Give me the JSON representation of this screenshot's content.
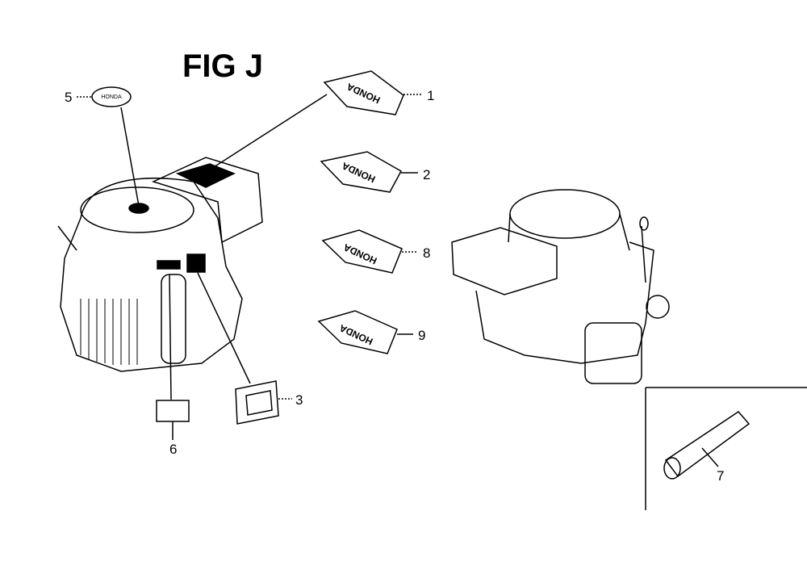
{
  "title": "FIG J",
  "callouts": {
    "c1": "1",
    "c2": "2",
    "c3": "3",
    "c5": "5",
    "c6": "6",
    "c7": "7",
    "c8": "8",
    "c9": "9"
  },
  "decal_lettering": "HONDA"
}
